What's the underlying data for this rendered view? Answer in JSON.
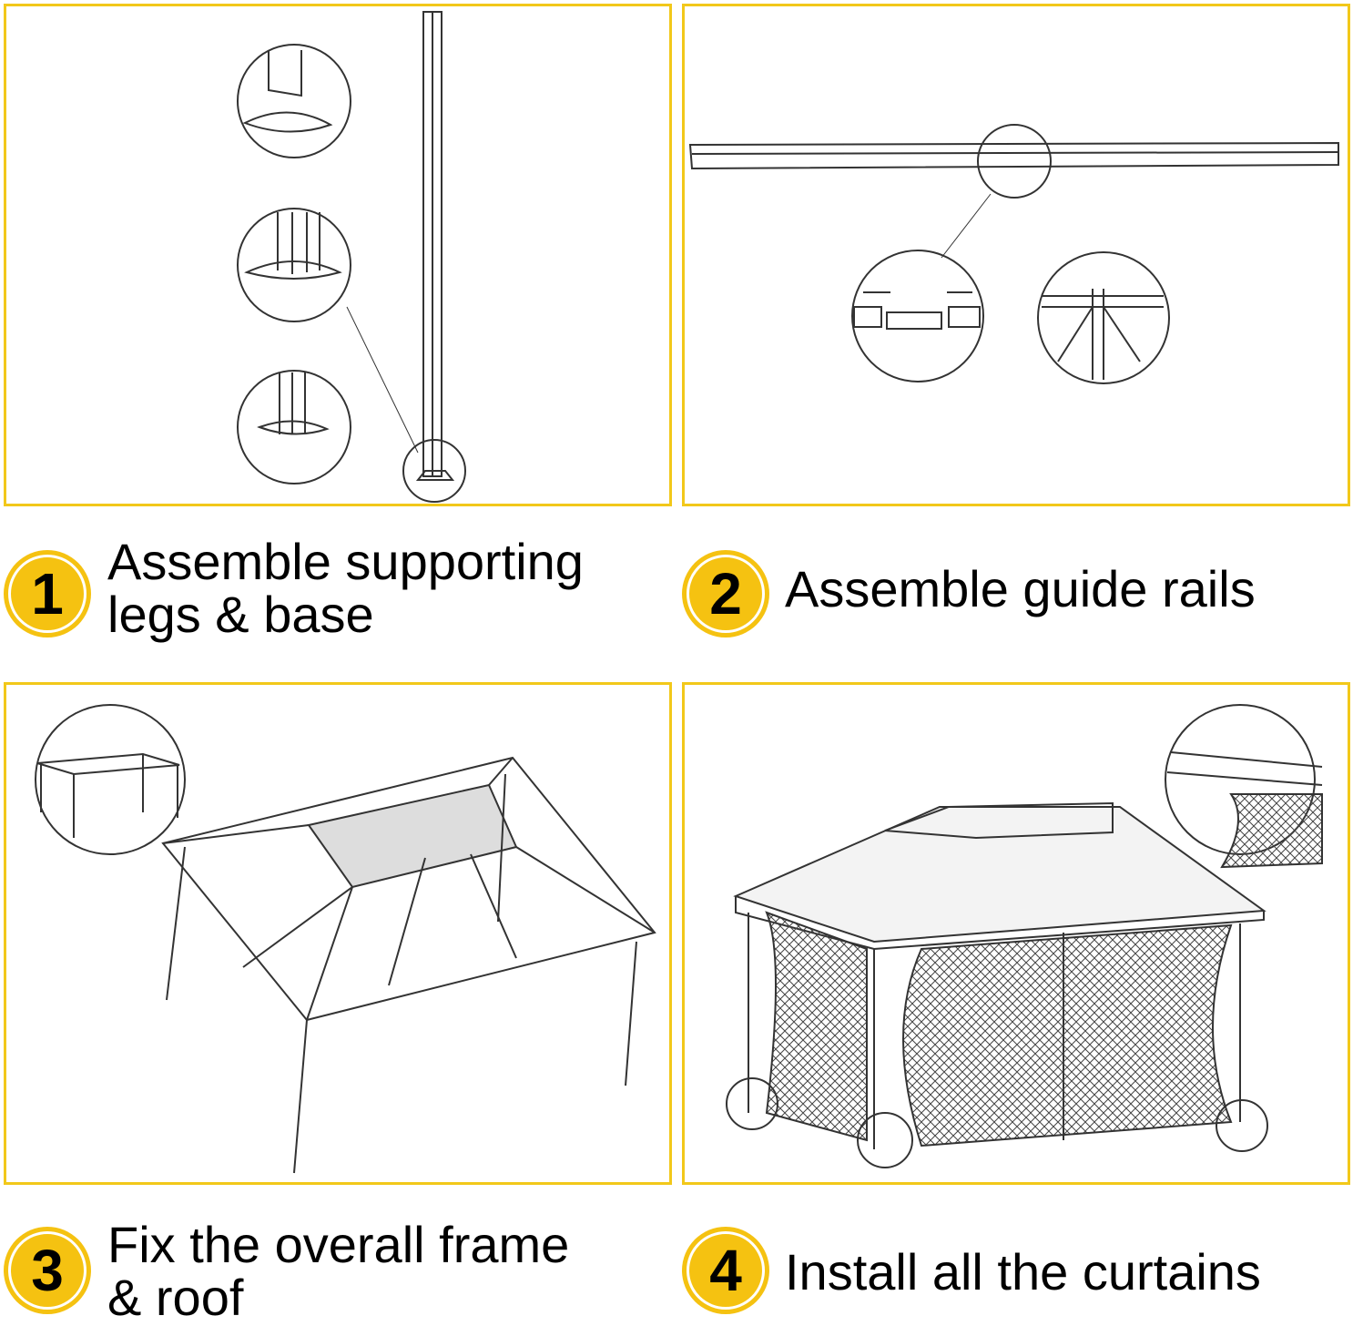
{
  "colors": {
    "accent": "#F5C211",
    "border": "#F2C81A",
    "text": "#000000"
  },
  "steps": [
    {
      "number": "1",
      "lines": [
        "Assemble supporting",
        "legs & base"
      ]
    },
    {
      "number": "2",
      "lines": [
        "Assemble guide rails"
      ]
    },
    {
      "number": "3",
      "lines": [
        "Fix the overall frame",
        "& roof"
      ]
    },
    {
      "number": "4",
      "lines": [
        "Install all the curtains"
      ]
    }
  ]
}
